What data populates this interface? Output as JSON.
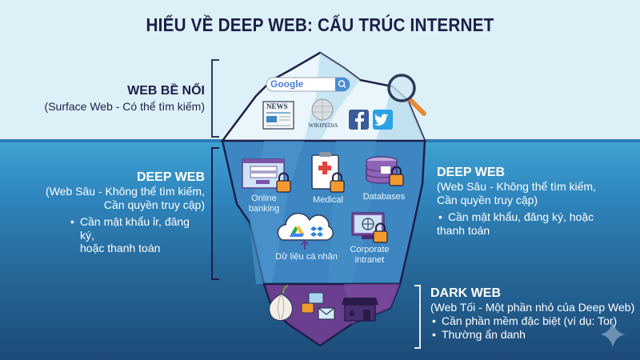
{
  "title": "HIỂU VỀ DEEP WEB: CẤU TRÚC INTERNET",
  "surface": {
    "heading": "WEB BỀ NỔI",
    "subtitle": "(Surface Web - Có thể tìm kiếm)",
    "icons": {
      "search_brand": "Google",
      "news": "NEWS",
      "wikipedia": "WIKIPEDIA"
    }
  },
  "deep_left": {
    "heading": "DEEP WEB",
    "line1": "(Web Sâu - Không thể tìm kiếm,",
    "line2": "Cần quyền truy cập)",
    "bullet1a": "Cần mật khẩu ỉr, đăng ký,",
    "bullet1b": "hoặc thanh toán"
  },
  "deep_right": {
    "heading": "DEEP WEB",
    "line1": "(Web Sâu - Không thể tìm kiếm,",
    "line2": "Cần quyền truy cập)",
    "bullet1a": "Cần mật khẩu, đăng ký, hoặc",
    "bullet1b": "thanh toán"
  },
  "deep_items": {
    "online_banking": [
      "Online",
      "banking"
    ],
    "medical": "Medical",
    "databases": "Databases",
    "personal_data": "Dữ liệu cá nhân",
    "corporate_intranet": [
      "Corporate",
      "intranet"
    ]
  },
  "dark": {
    "heading": "DARK WEB",
    "subtitle": "(Web Tối - Một phần nhỏ của Deep Web)",
    "bullets": [
      "Cần phần mềm đặc biệt (ví dụ: Tor)",
      "Thường ẩn danh"
    ]
  },
  "colors": {
    "sky": "#dcf0f7",
    "sea_top": "#3fa3d3",
    "sea_bottom": "#1d4a78",
    "ice": "#eaf6fb",
    "underwater_ice": "#3d86c2",
    "dark_purple": "#6b3f8f",
    "outline": "#1d1f4a",
    "lock_orange": "#f29a2e"
  }
}
